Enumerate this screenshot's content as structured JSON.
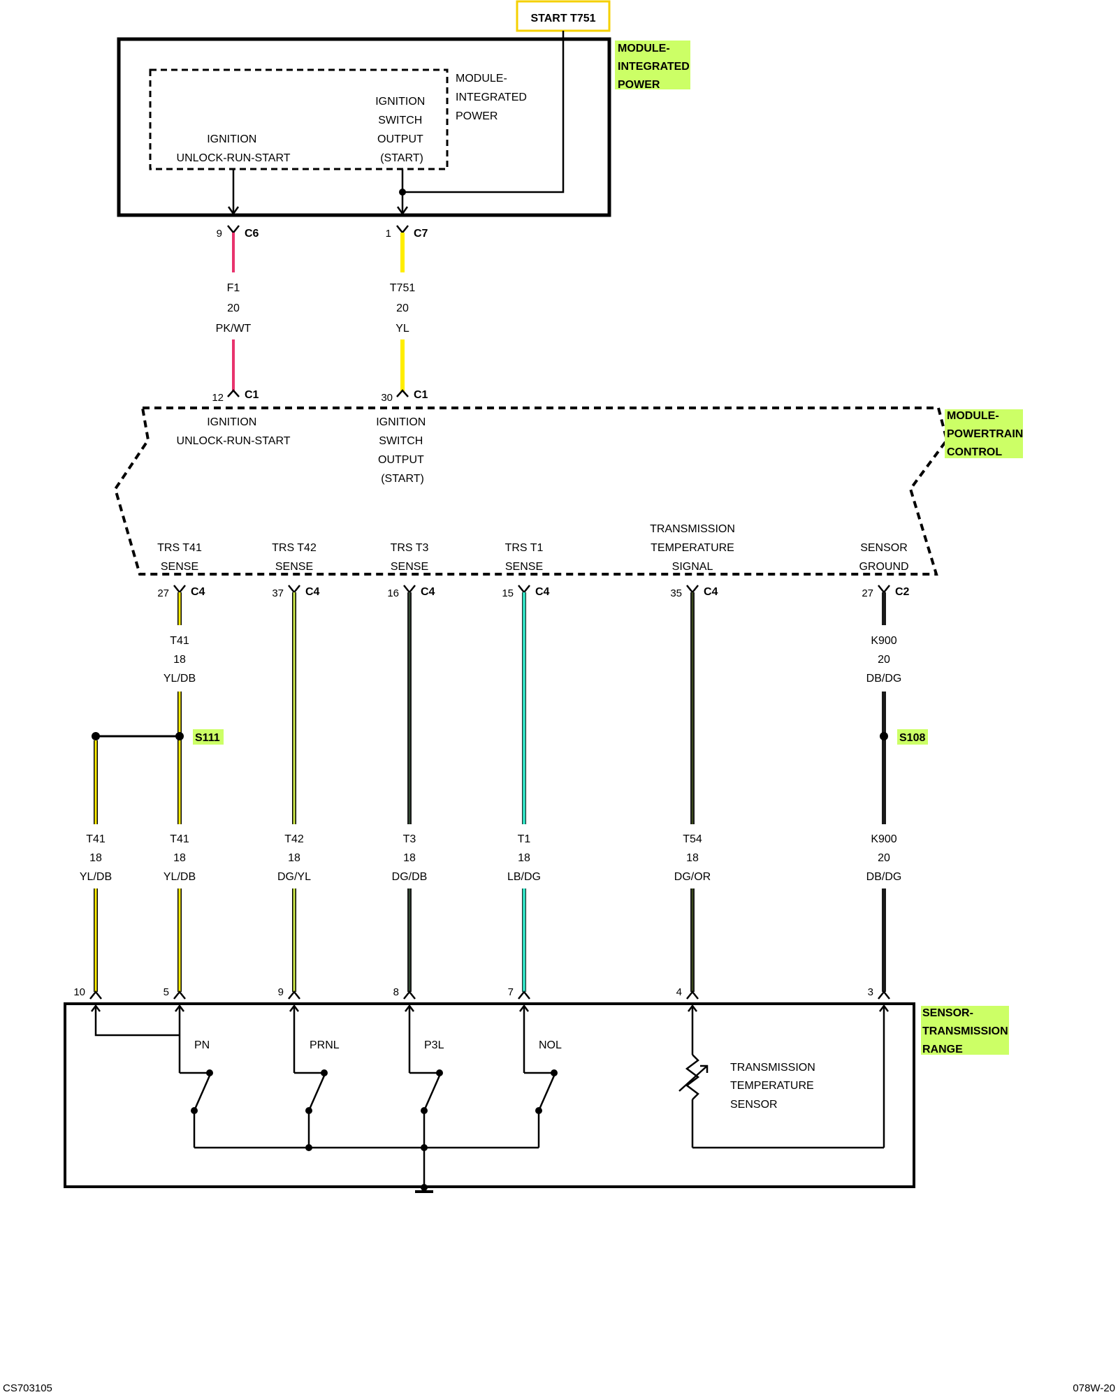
{
  "start_tag": "START T751",
  "colors": {
    "highlight": "#ccff66",
    "tag_border": "#f5d000",
    "pink": "#e8336d",
    "yellow": "#ffee00",
    "dark_green": "#1a1a1a",
    "light_blue": "#33ddc0",
    "lime_trace": "#cce84a"
  },
  "module_integrated_power": {
    "component_label": [
      "MODULE-",
      "INTEGRATED",
      "POWER"
    ],
    "inner_label": [
      "MODULE-",
      "INTEGRATED",
      "POWER"
    ],
    "ign_unlock": [
      "IGNITION",
      "UNLOCK-RUN-START"
    ],
    "ign_switch": [
      "IGNITION",
      "SWITCH",
      "OUTPUT",
      "(START)"
    ]
  },
  "upper_connectors": [
    {
      "pin": "9",
      "connector": "C6"
    },
    {
      "pin": "1",
      "connector": "C7"
    }
  ],
  "upper_wires": [
    {
      "circuit": "F1",
      "gauge": "20",
      "color": "PK/WT",
      "color_key": "pink"
    },
    {
      "circuit": "T751",
      "gauge": "20",
      "color": "YL",
      "color_key": "yellow"
    }
  ],
  "pcm_in_connectors": [
    {
      "pin": "12",
      "connector": "C1"
    },
    {
      "pin": "30",
      "connector": "C1"
    }
  ],
  "module_powertrain_control": {
    "component_label": [
      "MODULE-",
      "POWERTRAIN",
      "CONTROL"
    ],
    "ign_unlock": [
      "IGNITION",
      "UNLOCK-RUN-START"
    ],
    "ign_switch": [
      "IGNITION",
      "SWITCH",
      "OUTPUT",
      "(START)"
    ],
    "outputs": [
      {
        "label": [
          "TRS T41",
          "SENSE"
        ],
        "pin": "27",
        "connector": "C4"
      },
      {
        "label": [
          "TRS T42",
          "SENSE"
        ],
        "pin": "37",
        "connector": "C4"
      },
      {
        "label": [
          "TRS T3",
          "SENSE"
        ],
        "pin": "16",
        "connector": "C4"
      },
      {
        "label": [
          "TRS T1",
          "SENSE"
        ],
        "pin": "15",
        "connector": "C4"
      },
      {
        "label": [
          "TRANSMISSION",
          "TEMPERATURE",
          "SIGNAL"
        ],
        "pin": "35",
        "connector": "C4"
      },
      {
        "label": [
          "SENSOR",
          "GROUND"
        ],
        "pin": "27",
        "connector": "C2"
      }
    ]
  },
  "mid_wires": [
    {
      "circuit": "T41",
      "gauge": "18",
      "color": "YL/DB"
    },
    {
      "circuit": "K900",
      "gauge": "20",
      "color": "DB/DG"
    }
  ],
  "splices": [
    "S111",
    "S108"
  ],
  "lower_wires": [
    {
      "circuit": "T41",
      "gauge": "18",
      "color": "YL/DB"
    },
    {
      "circuit": "T41",
      "gauge": "18",
      "color": "YL/DB"
    },
    {
      "circuit": "T42",
      "gauge": "18",
      "color": "DG/YL"
    },
    {
      "circuit": "T3",
      "gauge": "18",
      "color": "DG/DB"
    },
    {
      "circuit": "T1",
      "gauge": "18",
      "color": "LB/DG"
    },
    {
      "circuit": "T54",
      "gauge": "18",
      "color": "DG/OR"
    },
    {
      "circuit": "K900",
      "gauge": "20",
      "color": "DB/DG"
    }
  ],
  "sensor_pins": [
    "10",
    "5",
    "9",
    "8",
    "7",
    "4",
    "3"
  ],
  "sensor_transmission_range": {
    "component_label": [
      "SENSOR-",
      "TRANSMISSION",
      "RANGE"
    ],
    "switches": [
      "PN",
      "PRNL",
      "P3L",
      "NOL"
    ],
    "temp_sensor": [
      "TRANSMISSION",
      "TEMPERATURE",
      "SENSOR"
    ]
  },
  "footer": {
    "left": "CS703105",
    "right": "078W-20"
  }
}
